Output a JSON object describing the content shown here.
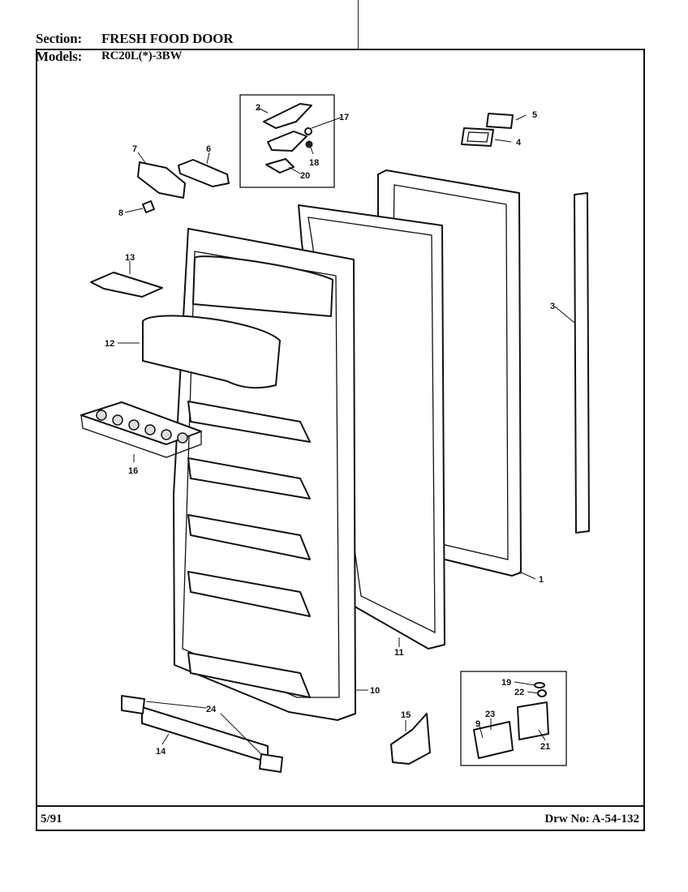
{
  "header": {
    "section_label": "Section:",
    "section_value": "FRESH FOOD DOOR",
    "models_label": "Models:",
    "models_value": "RC20L(*)-3BW"
  },
  "footer": {
    "date": "5/91",
    "drawing_number": "Drw No: A-54-132"
  },
  "parts": [
    {
      "id": "p1",
      "label": "1"
    },
    {
      "id": "p2",
      "label": "2"
    },
    {
      "id": "p3",
      "label": "3"
    },
    {
      "id": "p4",
      "label": "4"
    },
    {
      "id": "p5",
      "label": "5"
    },
    {
      "id": "p6",
      "label": "6"
    },
    {
      "id": "p7",
      "label": "7"
    },
    {
      "id": "p8",
      "label": "8"
    },
    {
      "id": "p9",
      "label": "9"
    },
    {
      "id": "p10",
      "label": "10"
    },
    {
      "id": "p11",
      "label": "11"
    },
    {
      "id": "p12",
      "label": "12"
    },
    {
      "id": "p13",
      "label": "13"
    },
    {
      "id": "p14",
      "label": "14"
    },
    {
      "id": "p15",
      "label": "15"
    },
    {
      "id": "p16",
      "label": "16"
    },
    {
      "id": "p17",
      "label": "17"
    },
    {
      "id": "p18",
      "label": "18"
    },
    {
      "id": "p19",
      "label": "19"
    },
    {
      "id": "p20",
      "label": "20"
    },
    {
      "id": "p21",
      "label": "21"
    },
    {
      "id": "p22",
      "label": "22"
    },
    {
      "id": "p23",
      "label": "23"
    },
    {
      "id": "p24",
      "label": "24"
    }
  ]
}
